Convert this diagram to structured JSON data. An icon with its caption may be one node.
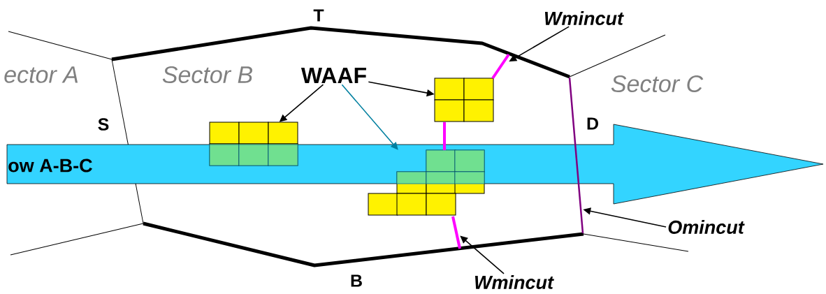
{
  "diagram": {
    "nodes": [
      {
        "text": [
          "WAAF"
        ]
      },
      {
        "text": [],
        "shape": "box"
      },
      {
        "text": [],
        "shape": "box"
      },
      {
        "text": [],
        "shape": "box"
      },
      {
        "text": [
          "Wmincut"
        ]
      },
      {
        "text": [
          "Omincut"
        ]
      },
      {
        "text": [
          "Wmincut"
        ]
      },
      {
        "text": [
          "ow A-B-C"
        ]
      },
      {
        "text": [],
        "shape": "bar"
      },
      {
        "text": [],
        "shape": "bar"
      },
      {
        "text": [],
        "shape": "bar"
      },
      {
        "text": [],
        "shape": "bar"
      }
    ],
    "edges": [
      {
        "from": 0,
        "to": 1,
        "arrow": "to"
      },
      {
        "from": 0,
        "to": 2,
        "arrow": "to",
        "color": "#007f9f"
      },
      {
        "from": 0,
        "to": 3,
        "arrow": "to"
      },
      {
        "from": 4,
        "to": 8,
        "arrow": "to"
      },
      {
        "from": 5,
        "to": 11,
        "arrow": "to"
      },
      {
        "from": 6,
        "to": 10,
        "arrow": "to"
      }
    ],
    "labels": [
      "T",
      "ector A",
      "Sector B",
      "Sector C",
      "S",
      "D",
      "B"
    ]
  }
}
